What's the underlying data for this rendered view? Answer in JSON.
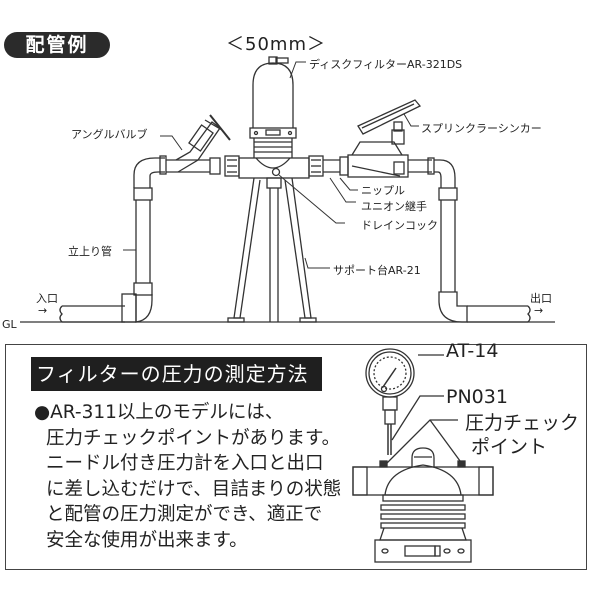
{
  "header": {
    "badge_label": "配管例",
    "size_label": "＜50mm＞"
  },
  "diagram": {
    "labels": {
      "disc_filter": "ディスクフィルターAR-321DS",
      "angle_valve": "アングルバルブ",
      "sprinkler_sinker": "スプリンクラーシンカー",
      "nipple": "ニップル",
      "union_joint": "ユニオン継手",
      "drain_cock": "ドレインコック",
      "riser_pipe": "立上り管",
      "support_stand": "サポート台AR-21",
      "inlet": "入口",
      "outlet": "出口",
      "ground_level": "GL",
      "arrow": "→"
    }
  },
  "info_box": {
    "title": "フィルターの圧力の測定方法",
    "paragraph_lines": [
      "●AR-311以上のモデルには、",
      "圧力チェックポイントがあります。",
      "ニードル付き圧力計を入口と出口",
      "に差し込むだけで、目詰まりの状態",
      "と配管の圧力測定ができ、適正で",
      "安全な使用が出来ます。"
    ],
    "callouts": {
      "gauge": "AT-14",
      "needle": "PN031",
      "check_point_line1": "圧力チェック",
      "check_point_line2": "ポイント"
    }
  },
  "colors": {
    "ink": "#222222",
    "dark_fill": "#1f1f1f",
    "background": "#ffffff"
  }
}
